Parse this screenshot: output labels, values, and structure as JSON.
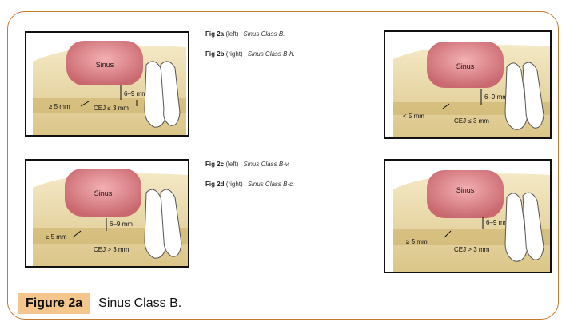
{
  "captions": [
    {
      "fig": "Fig 2a",
      "side": "(left)",
      "title": "Sinus Class B."
    },
    {
      "fig": "Fig 2b",
      "side": "(right)",
      "title": "Sinus Class B-h."
    },
    {
      "fig": "Fig 2c",
      "side": "(left)",
      "title": "Sinus Class B-v."
    },
    {
      "fig": "Fig 2d",
      "side": "(right)",
      "title": "Sinus Class B-c."
    }
  ],
  "panels": [
    {
      "sinus": "Sinus",
      "height": "6–9 mm",
      "width": "≥ 5 mm",
      "cej": "CEJ ≤ 3 mm"
    },
    {
      "sinus": "Sinus",
      "height": "6–9 mm",
      "width": "< 5 mm",
      "cej": "CEJ ≤ 3 mm"
    },
    {
      "sinus": "Sinus",
      "height": "6–9 mm",
      "width": "≥ 5 mm",
      "cej": "CEJ > 3 mm"
    },
    {
      "sinus": "Sinus",
      "height": "6–9 mm",
      "width": "≥ 5 mm",
      "cej": "CEJ > 3 mm"
    }
  ],
  "figure_caption": {
    "label": "Figure 2a",
    "text": "Sinus Class B."
  },
  "colors": {
    "border": "#c9792d",
    "caption_bg": "#f4c58c",
    "bone": "#e8d39a",
    "sinus": "#d98a8f"
  }
}
